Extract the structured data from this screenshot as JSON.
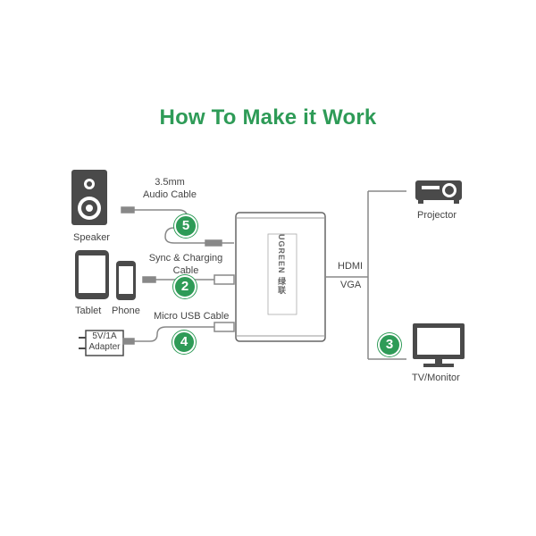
{
  "title": "How To Make it Work",
  "labels": {
    "speaker": "Speaker",
    "tablet": "Tablet",
    "phone": "Phone",
    "audio_cable_line1": "3.5mm",
    "audio_cable_line2": "Audio Cable",
    "sync_cable_line1": "Sync & Charging",
    "sync_cable_line2": "Cable",
    "micro_usb_cable": "Micro USB Cable",
    "adapter_line1": "5V/1A",
    "adapter_line2": "Adapter",
    "hdmi": "HDMI",
    "vga": "VGA",
    "projector": "Projector",
    "tv_monitor": "TV/Monitor"
  },
  "badges": {
    "audio": "5",
    "sync": "2",
    "usb": "4",
    "display": "3"
  },
  "hub": {
    "brand": "UGREEN 绿联"
  },
  "colors": {
    "accent": "#2e9b57",
    "line": "#888888",
    "device": "#4a4a4a"
  }
}
